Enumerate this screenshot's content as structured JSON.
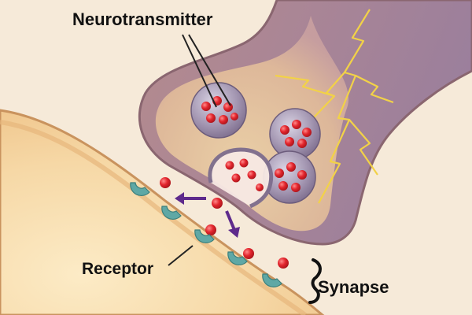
{
  "labels": {
    "neurotransmitter": "Neurotransmitter",
    "receptor": "Receptor",
    "synapse": "Synapse"
  },
  "colors": {
    "background": "#f6ead9",
    "postsynaptic_cell": "#f3cc92",
    "postsynaptic_inner": "#fbe6bd",
    "cell_membrane": "#c9935e",
    "terminal_body": "#b9939f",
    "terminal_inner": "#e9cba1",
    "terminal_outline": "#8a6670",
    "vesicle": "#9a8aa6",
    "neurotransmitter_molecule": "#e0252d",
    "receptor": "#5fa8a5",
    "arrow": "#5e2a8c",
    "electrical_signal": "#f2d247"
  },
  "icons": {
    "electrical_signal": "lightning-bolt",
    "release_arrows": "arrow-icon"
  }
}
